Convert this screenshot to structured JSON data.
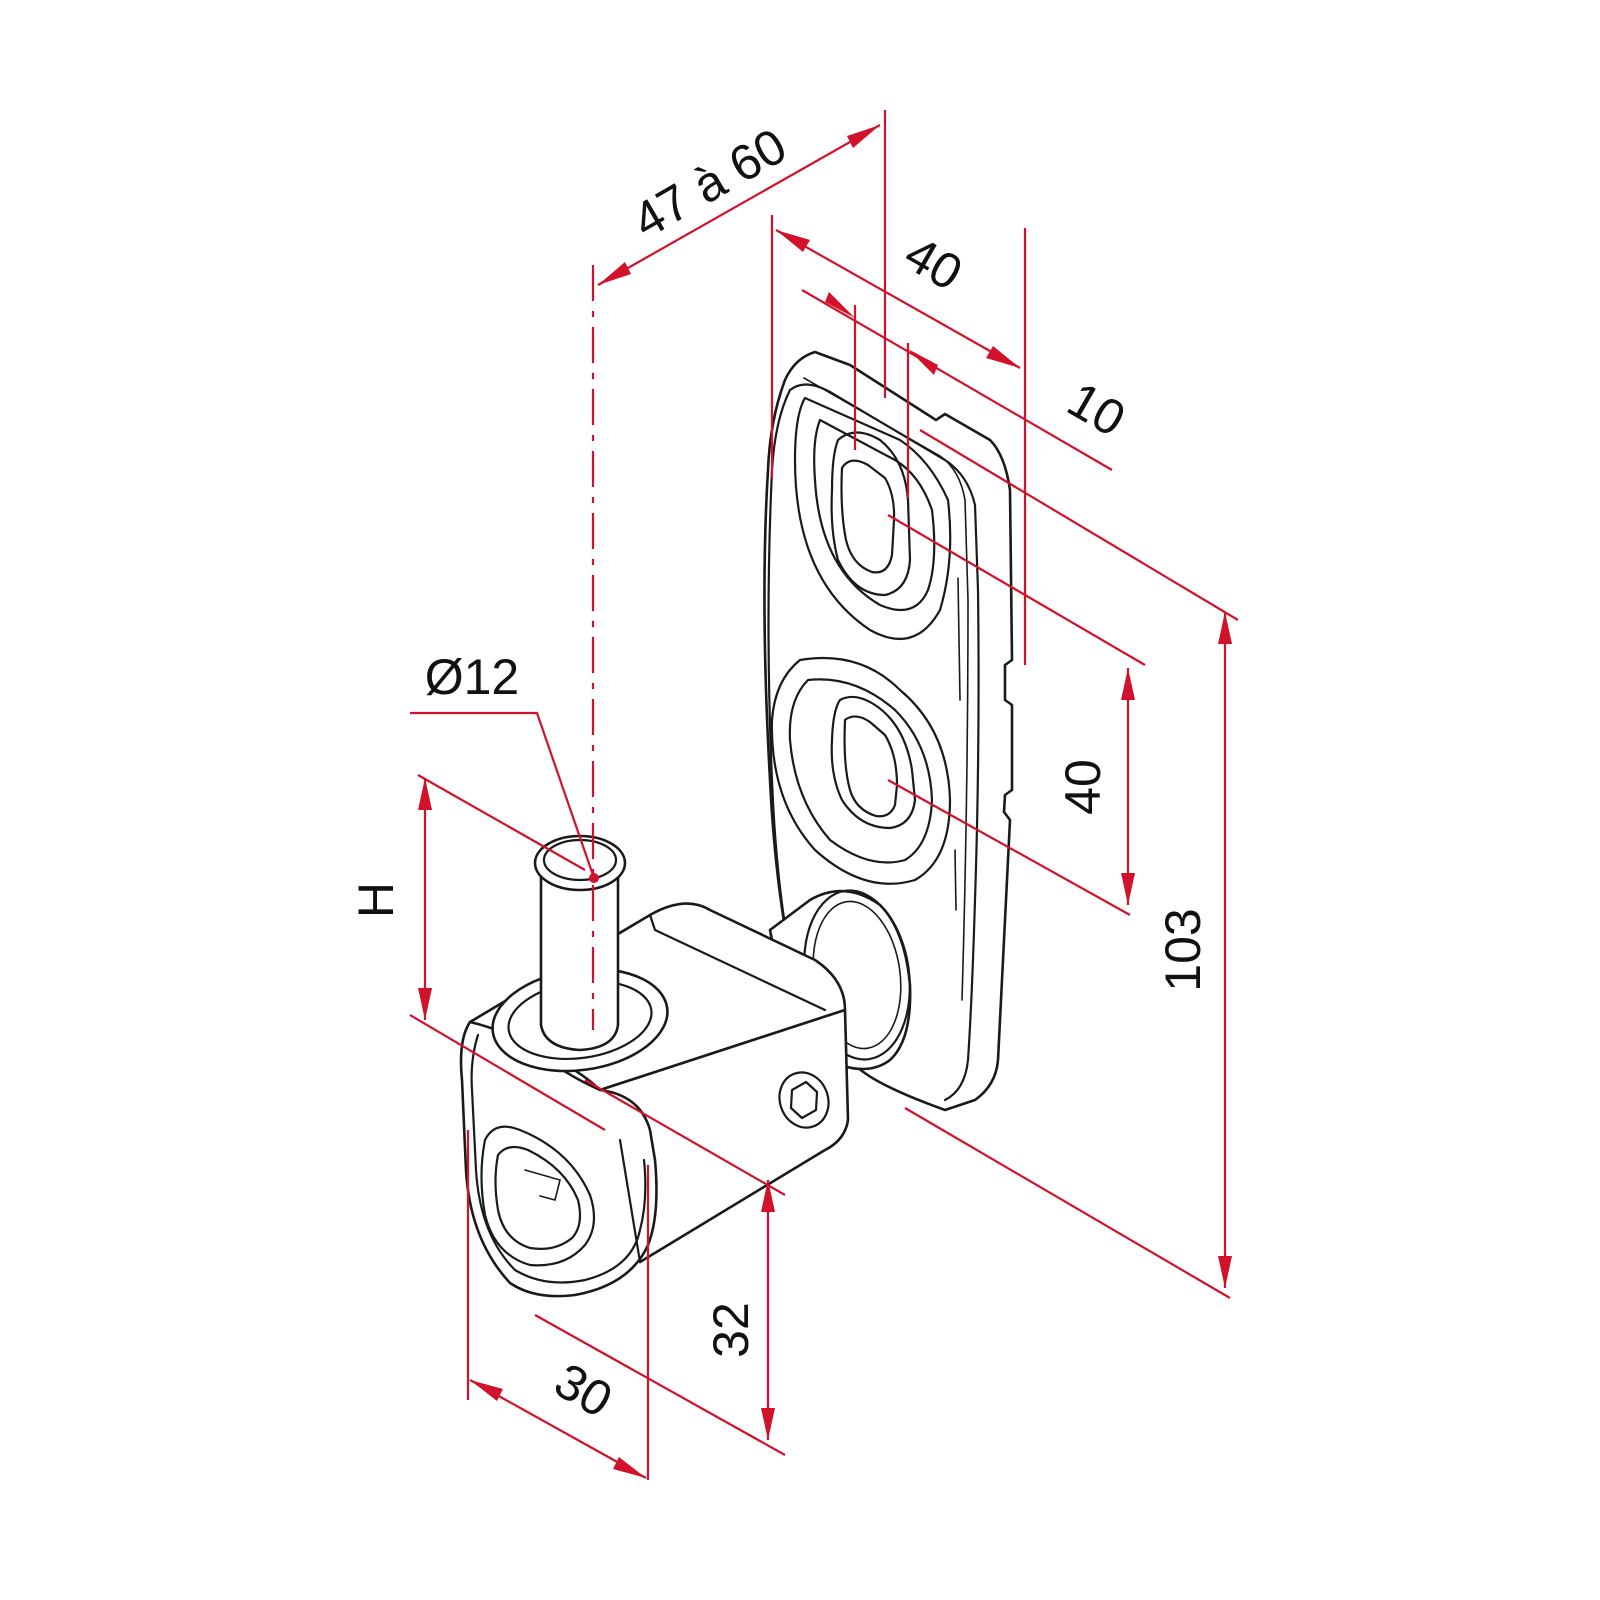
{
  "diagram": {
    "accent_color": "#d2112a",
    "line_color": "#1a1a1a",
    "dimensions": {
      "pin_offset": "47 à 60",
      "plate_width": "40",
      "slot_offset": "10",
      "hole_spacing": "40",
      "plate_height": "103",
      "pin_diameter": "Ø12",
      "pin_height": "H",
      "knuckle_height": "32",
      "knuckle_width": "30"
    }
  }
}
